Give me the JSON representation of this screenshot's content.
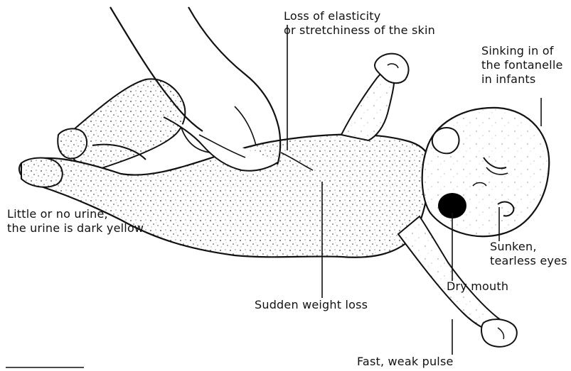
{
  "labels": {
    "skin": {
      "line1": "Loss of elasticity",
      "line2": "or stretchiness of the skin"
    },
    "fontanelle": {
      "line1": "Sinking in of",
      "line2": "the fontanelle",
      "line3": "in infants"
    },
    "urine": {
      "line1": "Little or no urine;",
      "line2": "the urine is dark yellow"
    },
    "eyes": {
      "line1": "Sunken,",
      "line2": "tearless eyes"
    },
    "mouth": {
      "text": "Dry mouth"
    },
    "weight": {
      "text": "Sudden weight loss"
    },
    "pulse": {
      "text": "Fast, weak pulse"
    }
  },
  "colors": {
    "ink": "#111111",
    "paper": "#ffffff"
  }
}
